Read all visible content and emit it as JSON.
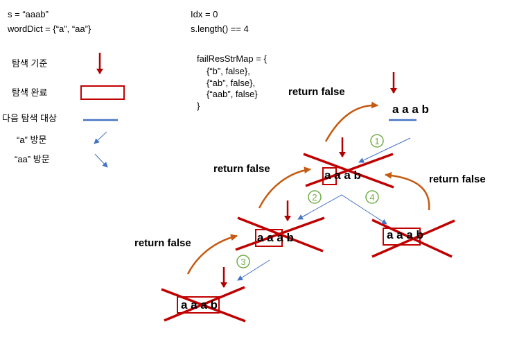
{
  "header": {
    "s_line": "s = “aaab”",
    "dict_line": "wordDict = {“a”, “aa”}",
    "idx_line": "Idx = 0",
    "len_line": "s.length() == 4"
  },
  "legend": {
    "search_base": "탐색 기준",
    "search_done": "탐색 완료",
    "next_target": "다음 탐색 대상",
    "visit_a": "“a” 방문",
    "visit_aa": "“aa” 방문"
  },
  "fail_map": {
    "title": "failResStrMap = {",
    "lines": [
      "{“b”, false},",
      "{“ab”, false},",
      "{“aab”, false}"
    ],
    "close": "}"
  },
  "return_false": "return false",
  "nodes": {
    "root": "a a a b",
    "n1": "a a a b",
    "n2": "a a a b",
    "n3": "a a a b",
    "n4": "a a a b"
  },
  "steps": [
    "1",
    "2",
    "3",
    "4"
  ],
  "colors": {
    "dark_red": "#b00000",
    "cross_red": "#c00000",
    "blue": "#4472c4",
    "orange": "#c55a11",
    "green": "#70ad47"
  },
  "icons": {
    "search_base": "down-arrow-icon",
    "visit_a": "diagonal-arrow-icon",
    "visit_aa": "diagonal-arrow-icon"
  }
}
